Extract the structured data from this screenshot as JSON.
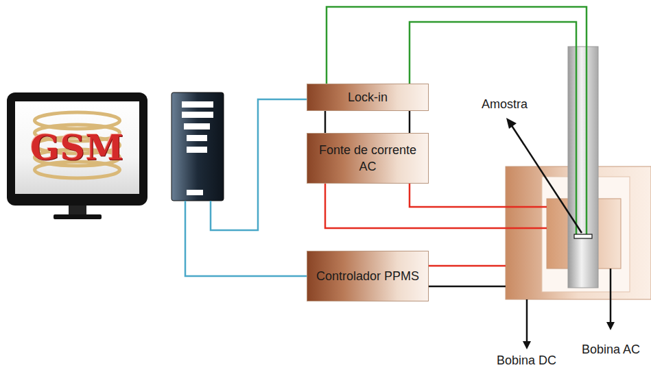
{
  "diagram": {
    "nodes": [
      {
        "text": [
          "GSM"
        ]
      },
      {
        "text": [
          "Lock-in"
        ]
      },
      {
        "text": [
          "Fonte de corrente AC"
        ]
      },
      {
        "text": [
          "Controlador PPMS"
        ]
      }
    ],
    "edges": [
      {
        "from": 1,
        "to": 2,
        "arrow": "none"
      },
      {
        "from": 1,
        "to": 2,
        "arrow": "none"
      }
    ],
    "labels": [
      "Amostra",
      "Bobina DC",
      "Bobina AC"
    ]
  }
}
